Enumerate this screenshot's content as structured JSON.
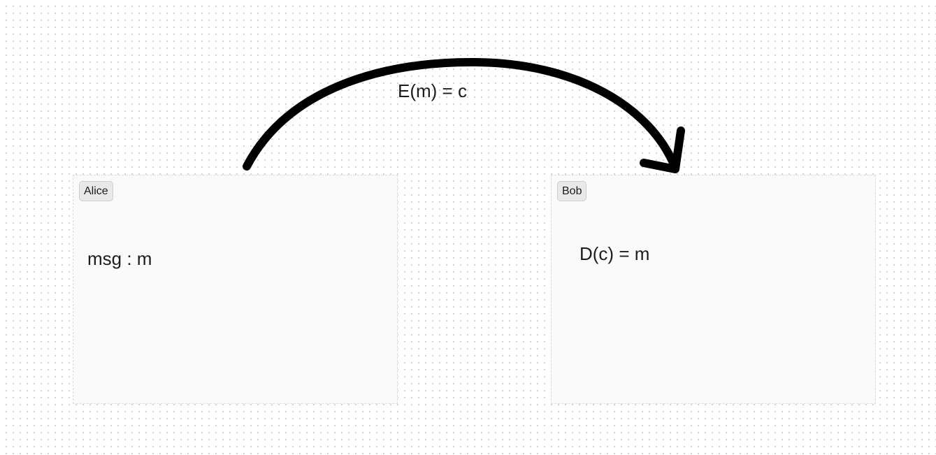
{
  "canvas": {
    "frames": [
      {
        "label": "Alice",
        "content": "msg : m"
      },
      {
        "label": "Bob",
        "content": "D(c) = m"
      }
    ],
    "arrow": {
      "label": "E(m) = c",
      "from": "Alice",
      "to": "Bob",
      "color": "#000000"
    }
  }
}
